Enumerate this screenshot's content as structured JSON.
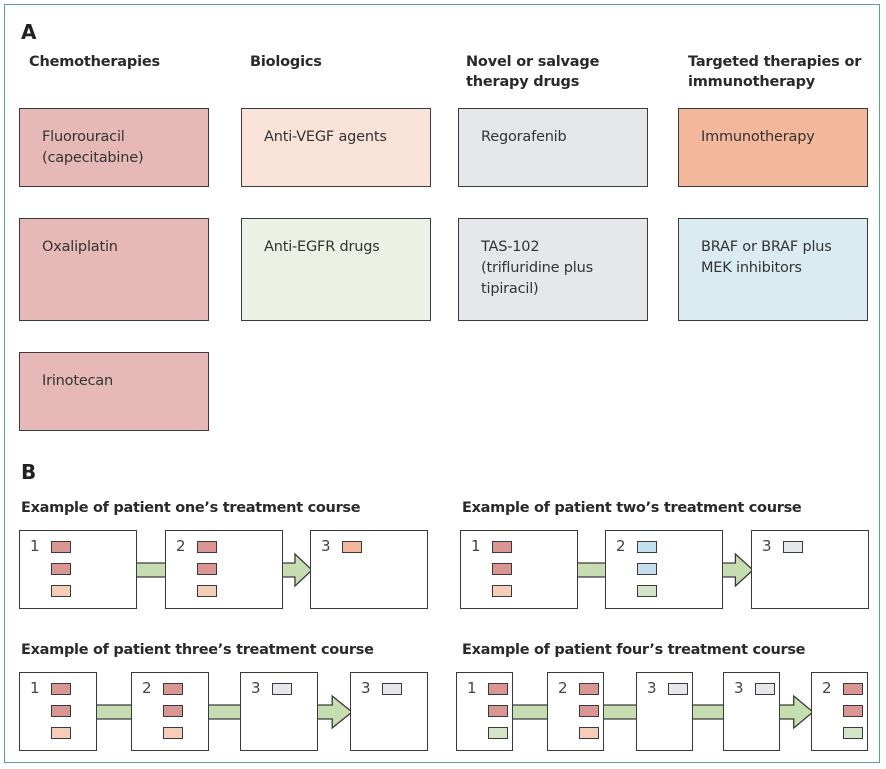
{
  "colors": {
    "frame": "#5aa58a",
    "chemotherapy": "#e6b9b6",
    "chemotherapy_chip": "#d99693",
    "anti_vegf": "#f9e3d9",
    "anti_vegf_chip": "#f6cdb7",
    "anti_egfr": "#ebf1e4",
    "anti_egfr_chip": "#d4e5c7",
    "salvage": "#e5e7ea",
    "immunotherapy": "#f3b79b",
    "braf_mek": "#dbebf2",
    "braf_mek_chip": "#c4e0ee",
    "arrow_fill": "#c5ddb0",
    "arrow_stroke": "#3a3a3a"
  },
  "panel_a": {
    "label": "A",
    "columns": [
      {
        "heading_lines": [
          "Chemotherapies"
        ],
        "drugs": [
          {
            "lines": [
              "Fluorouracil",
              "(capecitabine)"
            ],
            "category": "chemotherapy"
          },
          {
            "lines": [
              "Oxaliplatin"
            ],
            "category": "chemotherapy"
          },
          {
            "lines": [
              "Irinotecan"
            ],
            "category": "chemotherapy"
          }
        ]
      },
      {
        "heading_lines": [
          "Biologics"
        ],
        "drugs": [
          {
            "lines": [
              "Anti-VEGF agents"
            ],
            "category": "anti_vegf"
          },
          {
            "lines": [
              "Anti-EGFR drugs"
            ],
            "category": "anti_egfr"
          }
        ]
      },
      {
        "heading_lines": [
          "Novel or salvage",
          "therapy drugs"
        ],
        "drugs": [
          {
            "lines": [
              "Regorafenib"
            ],
            "category": "salvage"
          },
          {
            "lines": [
              "TAS-102",
              "(trifluridine plus",
              "tipiracil)"
            ],
            "category": "salvage"
          }
        ]
      },
      {
        "heading_lines": [
          "Targeted therapies or",
          "immunotherapy"
        ],
        "drugs": [
          {
            "lines": [
              "Immunotherapy"
            ],
            "category": "immunotherapy"
          },
          {
            "lines": [
              "BRAF or BRAF plus",
              "MEK inhibitors"
            ],
            "category": "braf_mek"
          }
        ]
      }
    ]
  },
  "panel_b": {
    "label": "B",
    "patients": [
      {
        "title": "Example of patient one’s treatment course",
        "lines": [
          {
            "number": "1",
            "chips": [
              "chemotherapy",
              "chemotherapy",
              "anti_vegf"
            ]
          },
          {
            "number": "2",
            "chips": [
              "chemotherapy",
              "chemotherapy",
              "anti_vegf"
            ]
          },
          {
            "number": "3",
            "chips": [
              "immunotherapy"
            ]
          }
        ]
      },
      {
        "title": "Example of patient two’s treatment course",
        "lines": [
          {
            "number": "1",
            "chips": [
              "chemotherapy",
              "chemotherapy",
              "anti_vegf"
            ]
          },
          {
            "number": "2",
            "chips": [
              "braf_mek",
              "braf_mek",
              "anti_egfr"
            ]
          },
          {
            "number": "3",
            "chips": [
              "salvage"
            ]
          }
        ]
      },
      {
        "title": "Example of patient three’s treatment course",
        "lines": [
          {
            "number": "1",
            "chips": [
              "chemotherapy",
              "chemotherapy",
              "anti_vegf"
            ]
          },
          {
            "number": "2",
            "chips": [
              "chemotherapy",
              "chemotherapy",
              "anti_vegf"
            ]
          },
          {
            "number": "3",
            "chips": [
              "salvage"
            ]
          },
          {
            "number": "3",
            "chips": [
              "salvage"
            ]
          }
        ]
      },
      {
        "title": "Example of patient four’s treatment course",
        "lines": [
          {
            "number": "1",
            "chips": [
              "chemotherapy",
              "chemotherapy",
              "anti_egfr"
            ]
          },
          {
            "number": "2",
            "chips": [
              "chemotherapy",
              "chemotherapy",
              "anti_vegf"
            ]
          },
          {
            "number": "3",
            "chips": [
              "salvage"
            ]
          },
          {
            "number": "3",
            "chips": [
              "salvage"
            ]
          },
          {
            "number": "2",
            "chips": [
              "chemotherapy",
              "chemotherapy",
              "anti_egfr"
            ]
          }
        ]
      }
    ]
  }
}
